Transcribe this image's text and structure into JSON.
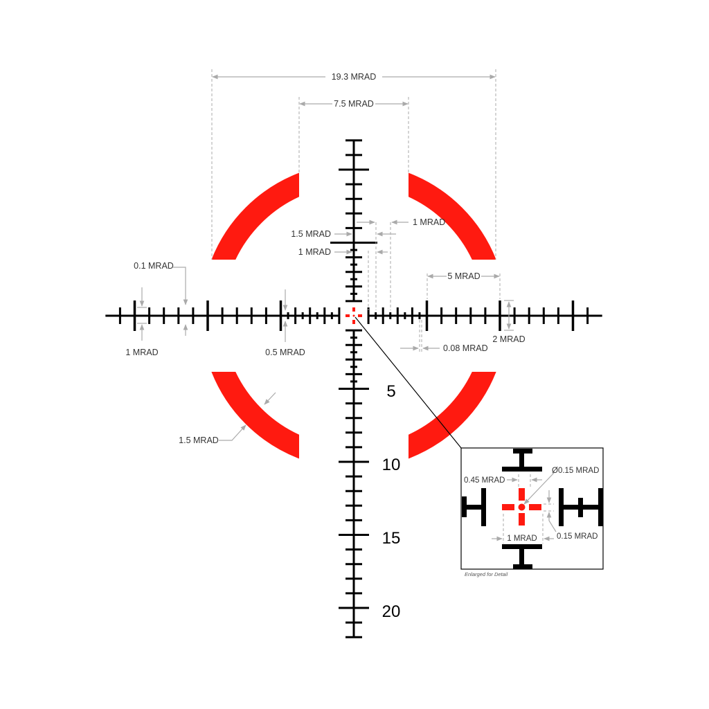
{
  "colors": {
    "reticle": "#000000",
    "illumination": "#ff1a10",
    "dimension": "#aaaaaa"
  },
  "dimensions": {
    "outer_span": "19.3 MRAD",
    "inner_span": "7.5 MRAD",
    "vertical_half_tick": "1.5 MRAD",
    "vertical_hash_spacing": "1 MRAD",
    "horizontal_spacing": "5 MRAD",
    "tick_height": "2 MRAD",
    "line_thickness": "0.08 MRAD",
    "fine_tick_width": "0.1 MRAD",
    "left_tick_height": "1 MRAD",
    "half_tick_height": "0.5 MRAD",
    "ring_thickness": "1.5 MRAD"
  },
  "elevation_numbers": [
    "5",
    "10",
    "15",
    "20"
  ],
  "inset": {
    "gap_label": "0.45 MRAD",
    "dot_label": "Ø0.15 MRAD",
    "arm_width_label": "0.15 MRAD",
    "span_label": "1 MRAD",
    "caption": "Enlarged for Detail"
  }
}
